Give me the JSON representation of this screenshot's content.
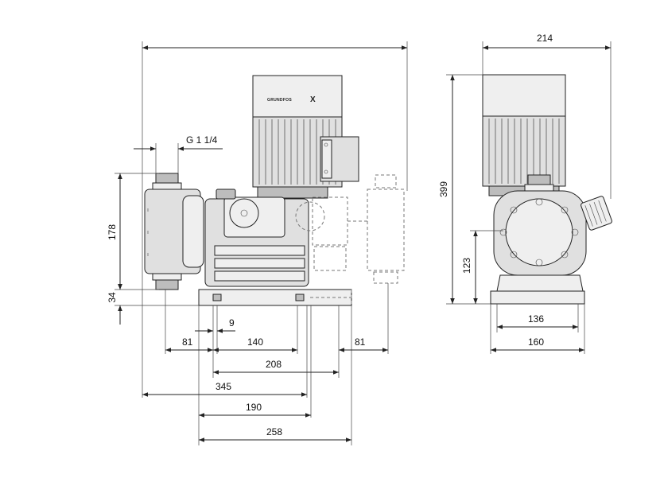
{
  "thread_label": "G 1 1/4",
  "brand_text": "GRUNDFOS",
  "brand_mark": "X",
  "front_view": {
    "dim_height_inlet_outlet": "178",
    "dim_base_height": "34",
    "dim_81_left": "81",
    "dim_9": "9",
    "dim_140": "140",
    "dim_81_right": "81",
    "dim_208": "208",
    "dim_345": "345",
    "dim_190": "190",
    "dim_258": "258"
  },
  "side_view": {
    "dim_width": "214",
    "dim_total_height": "399",
    "dim_shaft_height": "123",
    "dim_136": "136",
    "dim_160": "160"
  },
  "colors": {
    "line": "#222222",
    "body_fill": "#e0e0e0",
    "hidden_line": "#777777"
  }
}
